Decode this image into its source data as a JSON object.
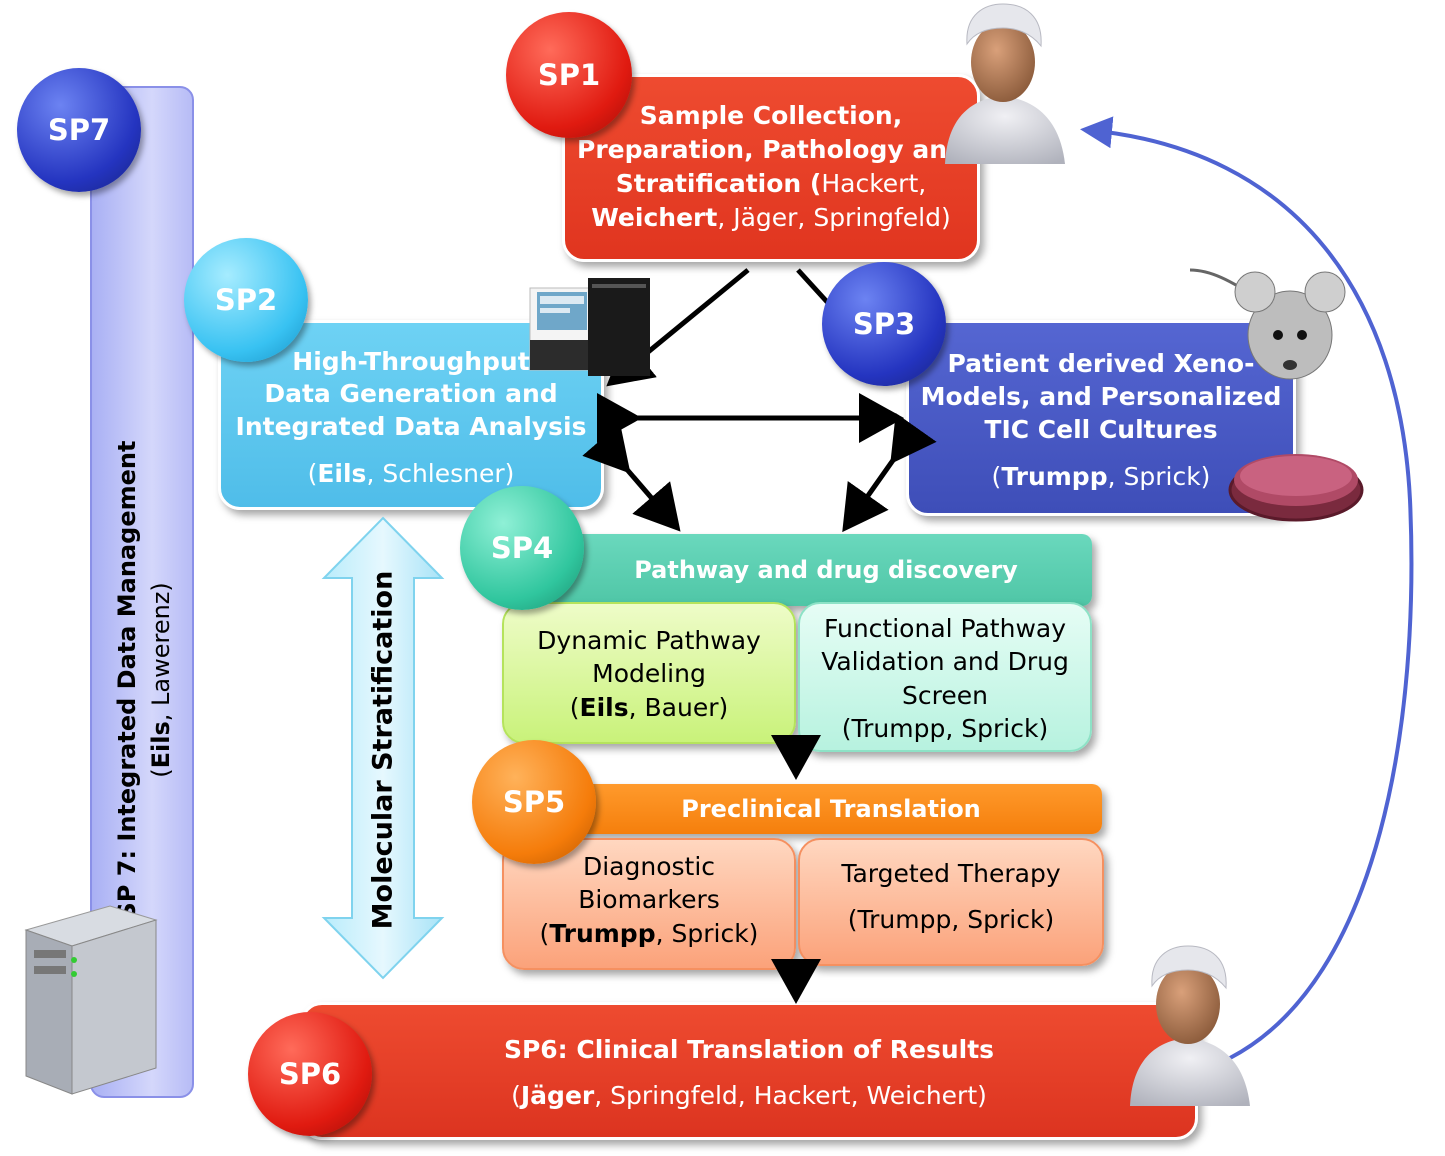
{
  "sp1": {
    "badge": "SP1",
    "line1": "Sample Collection,",
    "line2": "Preparation, Pathology and",
    "line3_bold": "Stratification (",
    "line3_rest": "Hackert,",
    "line4_bold": "Weichert",
    "line4_rest": ", Jäger, Springfeld)"
  },
  "sp2": {
    "badge": "SP2",
    "line1": "High-Throughput",
    "line2": "Data Generation and",
    "line3": "Integrated Data Analysis",
    "people_open": "(",
    "people_bold": "Eils",
    "people_rest": ", Schlesner)"
  },
  "sp3": {
    "badge": "SP3",
    "line1": "Patient derived Xeno-",
    "line2": "Models, and  Personalized",
    "line3": "TIC Cell Cultures",
    "people_open": "(",
    "people_bold": "Trumpp",
    "people_rest": ", Sprick)"
  },
  "sp4": {
    "badge": "SP4",
    "header": "Pathway and drug discovery",
    "left_line1": "Dynamic Pathway",
    "left_line2": "Modeling",
    "left_people_open": "(",
    "left_people_bold": "Eils",
    "left_people_rest": ", Bauer)",
    "right_line1": "Functional Pathway",
    "right_line2": "Validation and Drug",
    "right_line3": "Screen",
    "right_people": "(Trumpp, Sprick)"
  },
  "sp5": {
    "badge": "SP5",
    "header": "Preclinical Translation",
    "left_line1": "Diagnostic",
    "left_line2": "Biomarkers",
    "left_people_open": "(",
    "left_people_bold": "Trumpp",
    "left_people_rest": ", Sprick)",
    "right_line1": "Targeted Therapy",
    "right_people": "(Trumpp, Sprick)"
  },
  "sp6": {
    "badge": "SP6",
    "title": "SP6: Clinical Translation of Results",
    "people_open": "(",
    "people_bold": "Jäger",
    "people_rest": ", Springfeld,  Hackert,  Weichert)"
  },
  "sp7": {
    "badge": "SP7",
    "title": "SP 7: Integrated Data Management",
    "people_open": "(",
    "people_bold": "Eils",
    "people_rest": ", Lawerenz)"
  },
  "stratification": "Molecular Stratification",
  "colors": {
    "sp1": "#e8402a",
    "sp2": "#5cc8ef",
    "sp3": "#4a5bc8",
    "sp4": "#5dd0b0",
    "sp5": "#f88a1a",
    "sp6": "#e8402a",
    "sp7": "#b8bdf5"
  },
  "icons": [
    "sequencer-icon",
    "surgeon-icon",
    "mouse-icon",
    "petri-dish-icon",
    "server-icon"
  ]
}
